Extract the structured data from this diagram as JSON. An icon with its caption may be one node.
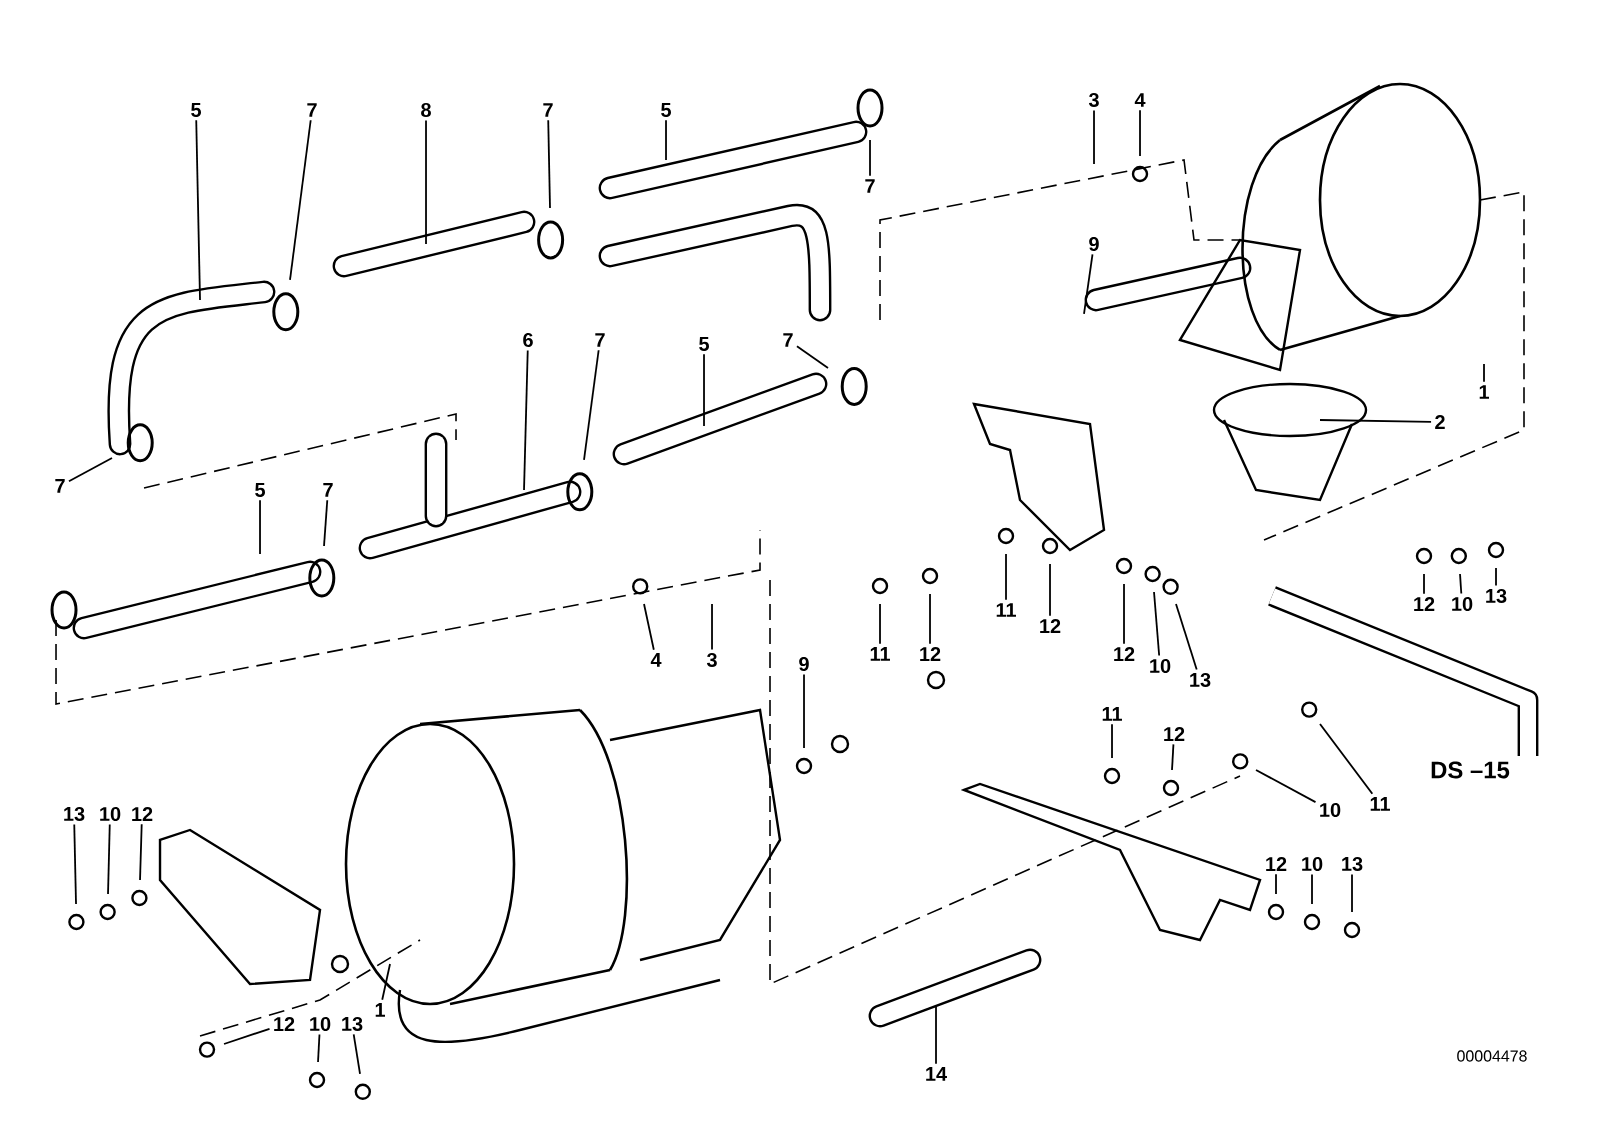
{
  "diagram": {
    "nodes": [
      {
        "text": [
          "5"
        ]
      },
      {
        "text": [
          "7"
        ]
      },
      {
        "text": [
          "8"
        ]
      },
      {
        "text": [
          "7"
        ]
      },
      {
        "text": [
          "5"
        ]
      },
      {
        "text": [
          "7"
        ]
      },
      {
        "text": [
          "3"
        ]
      },
      {
        "text": [
          "4"
        ]
      },
      {
        "text": [
          "9"
        ]
      },
      {
        "text": [
          "1"
        ]
      },
      {
        "text": [
          "2"
        ]
      },
      {
        "text": [
          "7"
        ]
      },
      {
        "text": [
          "6"
        ]
      },
      {
        "text": [
          "7"
        ]
      },
      {
        "text": [
          "5"
        ]
      },
      {
        "text": [
          "7"
        ]
      },
      {
        "text": [
          "5"
        ]
      },
      {
        "text": [
          "7"
        ]
      },
      {
        "text": [
          "4"
        ]
      },
      {
        "text": [
          "3"
        ]
      },
      {
        "text": [
          "11"
        ]
      },
      {
        "text": [
          "12"
        ]
      },
      {
        "text": [
          "11"
        ]
      },
      {
        "text": [
          "12"
        ]
      },
      {
        "text": [
          "12"
        ]
      },
      {
        "text": [
          "10"
        ]
      },
      {
        "text": [
          "13"
        ]
      },
      {
        "text": [
          "12"
        ]
      },
      {
        "text": [
          "10"
        ]
      },
      {
        "text": [
          "13"
        ]
      },
      {
        "text": [
          "9"
        ]
      },
      {
        "text": [
          "11"
        ]
      },
      {
        "text": [
          "12"
        ]
      },
      {
        "text": [
          "10"
        ]
      },
      {
        "text": [
          "11"
        ]
      },
      {
        "text": [
          "12"
        ]
      },
      {
        "text": [
          "10"
        ]
      },
      {
        "text": [
          "13"
        ]
      },
      {
        "text": [
          "13"
        ]
      },
      {
        "text": [
          "10"
        ]
      },
      {
        "text": [
          "12"
        ]
      },
      {
        "text": [
          "12"
        ]
      },
      {
        "text": [
          "10"
        ]
      },
      {
        "text": [
          "13"
        ]
      },
      {
        "text": [
          "1"
        ]
      },
      {
        "text": [
          "14"
        ]
      }
    ],
    "edges": [
      {
        "from": 0,
        "to": null,
        "arrow": "none"
      },
      {
        "from": 1,
        "to": null,
        "arrow": "none"
      },
      {
        "from": 2,
        "to": null,
        "arrow": "none"
      },
      {
        "from": 3,
        "to": null,
        "arrow": "none"
      },
      {
        "from": 4,
        "to": null,
        "arrow": "none"
      },
      {
        "from": 5,
        "to": null,
        "arrow": "none"
      },
      {
        "from": 6,
        "to": null,
        "arrow": "none"
      },
      {
        "from": 7,
        "to": null,
        "arrow": "none"
      },
      {
        "from": 8,
        "to": null,
        "arrow": "none"
      },
      {
        "from": 9,
        "to": null,
        "arrow": "none"
      },
      {
        "from": 10,
        "to": null,
        "arrow": "none"
      },
      {
        "from": 11,
        "to": null,
        "arrow": "none"
      },
      {
        "from": 12,
        "to": null,
        "arrow": "none"
      },
      {
        "from": 13,
        "to": null,
        "arrow": "none"
      },
      {
        "from": 14,
        "to": null,
        "arrow": "none"
      },
      {
        "from": 15,
        "to": null,
        "arrow": "none"
      },
      {
        "from": 16,
        "to": null,
        "arrow": "none"
      },
      {
        "from": 17,
        "to": null,
        "arrow": "none"
      },
      {
        "from": 18,
        "to": null,
        "arrow": "none"
      },
      {
        "from": 19,
        "to": null,
        "arrow": "none"
      },
      {
        "from": 20,
        "to": null,
        "arrow": "none"
      },
      {
        "from": 21,
        "to": null,
        "arrow": "none"
      },
      {
        "from": 22,
        "to": null,
        "arrow": "none"
      },
      {
        "from": 23,
        "to": null,
        "arrow": "none"
      },
      {
        "from": 24,
        "to": null,
        "arrow": "none"
      },
      {
        "from": 25,
        "to": null,
        "arrow": "none"
      },
      {
        "from": 26,
        "to": null,
        "arrow": "none"
      },
      {
        "from": 27,
        "to": null,
        "arrow": "none"
      },
      {
        "from": 28,
        "to": null,
        "arrow": "none"
      },
      {
        "from": 29,
        "to": null,
        "arrow": "none"
      },
      {
        "from": 30,
        "to": null,
        "arrow": "none"
      },
      {
        "from": 31,
        "to": null,
        "arrow": "none"
      },
      {
        "from": 32,
        "to": null,
        "arrow": "none"
      },
      {
        "from": 33,
        "to": null,
        "arrow": "none"
      },
      {
        "from": 34,
        "to": null,
        "arrow": "none"
      },
      {
        "from": 35,
        "to": null,
        "arrow": "none"
      },
      {
        "from": 36,
        "to": null,
        "arrow": "none"
      },
      {
        "from": 37,
        "to": null,
        "arrow": "none"
      },
      {
        "from": 38,
        "to": null,
        "arrow": "none"
      },
      {
        "from": 39,
        "to": null,
        "arrow": "none"
      },
      {
        "from": 40,
        "to": null,
        "arrow": "none"
      },
      {
        "from": 41,
        "to": null,
        "arrow": "none"
      },
      {
        "from": 42,
        "to": null,
        "arrow": "none"
      },
      {
        "from": 43,
        "to": null,
        "arrow": "none"
      },
      {
        "from": 44,
        "to": null,
        "arrow": "none"
      },
      {
        "from": 45,
        "to": null,
        "arrow": "none"
      }
    ],
    "labels": [
      "DS –15",
      "00004478"
    ]
  }
}
